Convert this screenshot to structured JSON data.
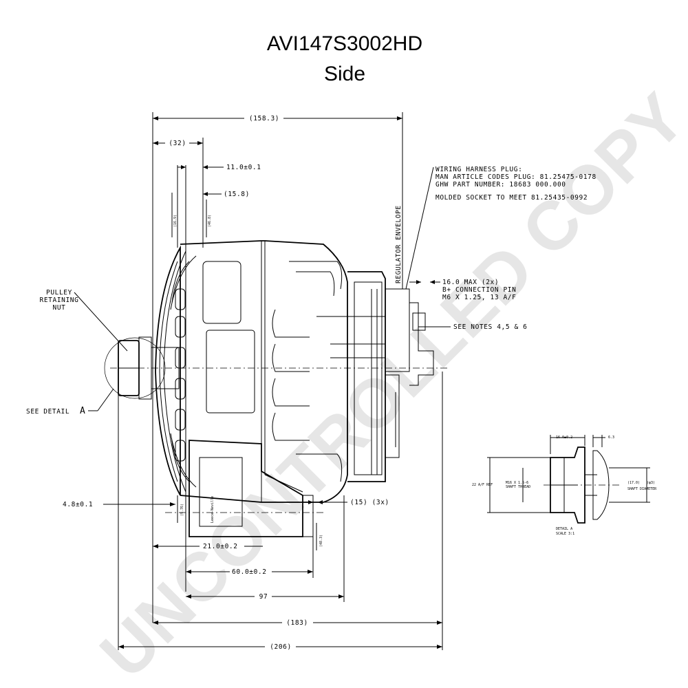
{
  "title": {
    "part_number": "AVI147S3002HD",
    "view": "Side"
  },
  "watermark": "UNCONTROLLED COPY",
  "dimensions": {
    "overall_158": "(158.3)",
    "d32": "(32)",
    "d11": "11.0±0.1",
    "d15_8": "(15.8)",
    "d16_max": "16.0 MAX (2x)",
    "b_plus_pin": "B+ CONNECTION PIN",
    "b_plus_thread": "M6 X 1.25, 13 A/F",
    "d4_8": "4.8±0.1",
    "d15_3x": "(15) (3x)",
    "d21": "21.0±0.2",
    "d60": "60.0±0.2",
    "d97": "97",
    "d183": "(183)",
    "d206": "(206)",
    "vertical_small_1": "(16.9)",
    "vertical_small_2": "(46.8)",
    "vertical_small_3": "(9.76)",
    "vertical_small_4": "(48.3)"
  },
  "labels": {
    "regulator_envelope": "REGULATOR ENVELOPE",
    "pulley_line1": "PULLEY",
    "pulley_line2": "RETAINING",
    "pulley_line3": "NUT",
    "see_detail": "SEE DETAIL",
    "detail_letter": "A",
    "harness_line1": "WIRING HARNESS PLUG:",
    "harness_line2": "MAN ARTICLE CODES PLUG:  81.25475-0178",
    "harness_line3": "GHW PART NUMBER:  18683 000.000",
    "harness_line4": "MOLDED SOCKET TO MEET 81.25435-0992",
    "see_notes": "SEE NOTES 4,5 & 6"
  },
  "detail": {
    "top_dim1": "16.0±0.2",
    "top_dim2": "6.3",
    "left_dim": "22 A/F REF",
    "thread_line1": "M16 X 1.5-6",
    "thread_line2": "SHAFT THREAD",
    "right_dim1": "(17.0)",
    "right_dim2": "(φ3)",
    "right_dim3": "SHAFT DIAMETER",
    "caption1": "DETAIL  A",
    "caption2": "SCALE  3:1"
  }
}
